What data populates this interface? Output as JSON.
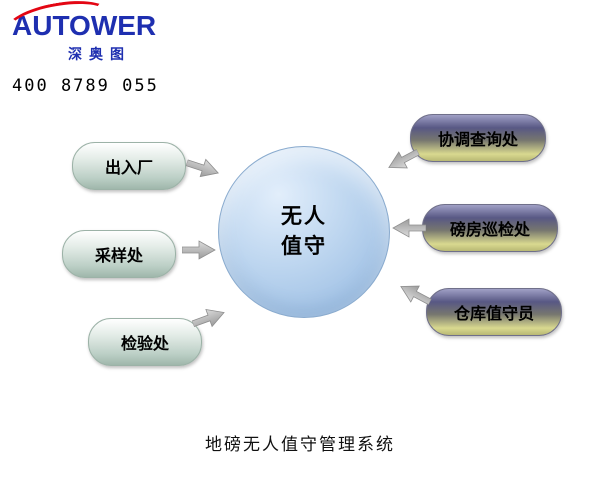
{
  "logo": {
    "brand": "AUTOWER",
    "subtitle": "深奥图",
    "phone": "400 8789 055"
  },
  "center": {
    "line1": "无人",
    "line2": "值守"
  },
  "left_nodes": [
    {
      "label": "出入厂"
    },
    {
      "label": "采样处"
    },
    {
      "label": "检验处"
    }
  ],
  "right_nodes": [
    {
      "label": "协调查询处"
    },
    {
      "label": "磅房巡检处"
    },
    {
      "label": "仓库值守员"
    }
  ],
  "footer": {
    "title": "地磅无人值守管理系统"
  },
  "colors": {
    "brand_blue": "#1e2fb0",
    "swoosh_red": "#e30613",
    "circle_fill": "#aecbe8",
    "left_pill_green": "#bdd0c7",
    "right_pill_purple": "#585884",
    "right_pill_yellow": "#d9d98f",
    "arrow_gray": "#bdbdbd"
  }
}
